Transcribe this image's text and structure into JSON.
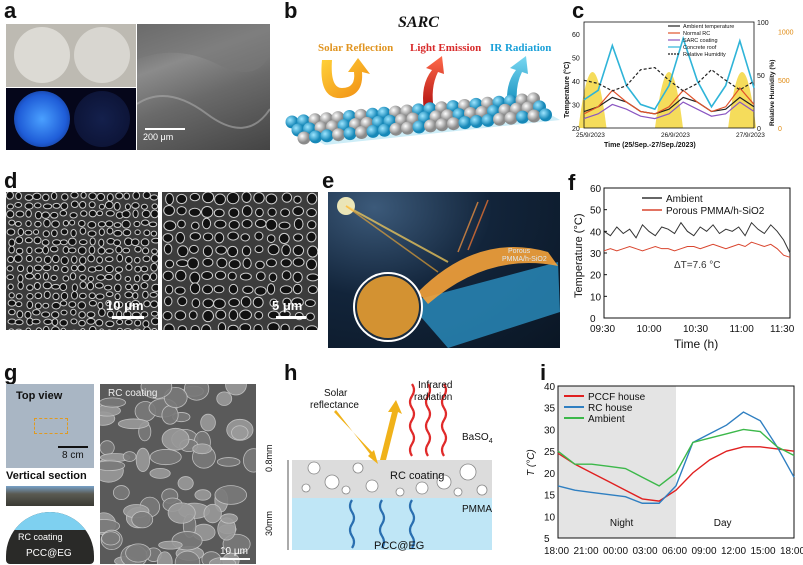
{
  "panels": {
    "a": {
      "letter": "a",
      "scale": "200 μm"
    },
    "b": {
      "letter": "b",
      "title": "SARC",
      "solar": "Solar Reflection",
      "light": "Light Emission",
      "ir": "IR Radiation"
    },
    "c": {
      "letter": "c"
    },
    "d": {
      "letter": "d",
      "scale_left": "10 μm",
      "scale_right": "5 μm"
    },
    "e": {
      "letter": "e",
      "label_line1": "Porous",
      "label_line2": "PMMA/h-SiO2"
    },
    "f": {
      "letter": "f"
    },
    "g": {
      "letter": "g",
      "top_view": "Top view",
      "rc_coating": "RC coating",
      "scale_cm": "8 cm",
      "vertical": "Vertical section",
      "rc2": "RC coating",
      "pcc": "PCC@EG",
      "scale_um": "10 μm"
    },
    "h": {
      "letter": "h",
      "solar": "Solar",
      "reflectance": "reflectance",
      "infrared": "Infrared",
      "radiation": "radiation",
      "baso4": "BaSO",
      "baso4_sub": "4",
      "rc": "RC coating",
      "pmma": "PMMA",
      "pcc": "PCC@EG",
      "dim1": "0.8mm",
      "dim2": "30mm"
    },
    "i": {
      "letter": "i"
    }
  },
  "chart_data": [
    {
      "panel": "c",
      "type": "line",
      "xlabel": "Time (25/Sep.-27/Sep./2023)",
      "ylabel": "Temperature (°C)",
      "y2label": "Relative Humidity (%)",
      "x_ticks": [
        "25/9/2023",
        "26/9/2023",
        "27/9/2023"
      ],
      "y_ticks": [
        20,
        30,
        40,
        50,
        60
      ],
      "y2_ticks": [
        0,
        50,
        100
      ],
      "y3_ticks": [
        0,
        500,
        1000
      ],
      "ylim": [
        20,
        65
      ],
      "legend": [
        "Ambient temperature",
        "Normal RC",
        "SARC coating",
        "Concrete roof",
        "Relative Humidity"
      ],
      "colors": {
        "ambient": "#222222",
        "normal_rc": "#e0522a",
        "sarc": "#8a56c2",
        "concrete": "#2fb4d8",
        "rh": "#222222",
        "solar_fill": "#f2d024"
      },
      "series": [
        {
          "name": "Ambient temperature",
          "y": [
            27,
            29,
            33,
            31,
            27,
            26,
            28,
            33,
            31,
            27,
            28,
            33,
            29
          ]
        },
        {
          "name": "Normal RC",
          "y": [
            26,
            29,
            36,
            31,
            27,
            26,
            29,
            36,
            31,
            27,
            29,
            37,
            30
          ]
        },
        {
          "name": "SARC coating",
          "y": [
            24,
            26,
            30,
            28,
            25,
            24,
            26,
            31,
            28,
            25,
            26,
            31,
            27
          ]
        },
        {
          "name": "Concrete roof",
          "y": [
            32,
            36,
            55,
            38,
            30,
            28,
            38,
            58,
            40,
            29,
            38,
            57,
            37
          ]
        },
        {
          "name": "Relative Humidity",
          "y": [
            45,
            42,
            35,
            40,
            55,
            57,
            45,
            35,
            42,
            55,
            45,
            36,
            44
          ]
        }
      ]
    },
    {
      "panel": "f",
      "type": "line",
      "xlabel": "Time (h)",
      "ylabel": "Temperature (°C)",
      "x_ticks": [
        "09:30",
        "10:00",
        "10:30",
        "11:00",
        "11:30"
      ],
      "y_ticks": [
        0,
        10,
        20,
        30,
        40,
        50,
        60
      ],
      "ylim": [
        0,
        60
      ],
      "annotation": "ΔT=7.6 °C",
      "series": [
        {
          "name": "Ambient",
          "color": "#333333",
          "y": [
            40,
            38,
            42,
            39,
            41,
            37,
            43,
            40,
            38,
            42,
            41,
            39,
            44,
            40,
            38,
            42,
            40,
            43,
            39,
            41,
            40,
            42,
            38,
            44,
            41,
            39,
            43,
            40,
            36,
            30
          ]
        },
        {
          "name": "Porous PMMA/h-SiO2",
          "color": "#d9452e",
          "y": [
            31,
            32,
            31,
            32,
            33,
            32,
            31,
            32,
            33,
            32,
            32,
            31,
            32,
            33,
            33,
            32,
            33,
            34,
            33,
            32,
            33,
            34,
            33,
            35,
            34,
            33,
            34,
            32,
            29,
            28
          ]
        }
      ]
    },
    {
      "panel": "i",
      "type": "line",
      "ylabel": "T (°C)",
      "x_ticks": [
        "18:00",
        "21:00",
        "00:00",
        "03:00",
        "06:00",
        "09:00",
        "12:00",
        "15:00",
        "18:00"
      ],
      "y_ticks": [
        5,
        10,
        15,
        20,
        25,
        30,
        35,
        40
      ],
      "ylim": [
        5,
        40
      ],
      "regions": [
        "Night",
        "Day"
      ],
      "series": [
        {
          "name": "PCCF house",
          "color": "#e02020",
          "y": [
            24.5,
            22,
            20,
            18,
            16,
            14,
            13.5,
            16,
            20,
            23,
            25,
            26,
            26,
            25.5,
            25
          ]
        },
        {
          "name": "RC house",
          "color": "#2f7fc1",
          "y": [
            17,
            16,
            15.5,
            15,
            14.5,
            13,
            13,
            17,
            27,
            29,
            31,
            34,
            32,
            26,
            19
          ]
        },
        {
          "name": "Ambient",
          "color": "#3cb84a",
          "y": [
            25,
            22,
            22,
            21.5,
            21,
            19,
            17,
            20,
            27,
            28,
            29,
            30,
            29.5,
            26,
            24
          ]
        }
      ]
    }
  ]
}
